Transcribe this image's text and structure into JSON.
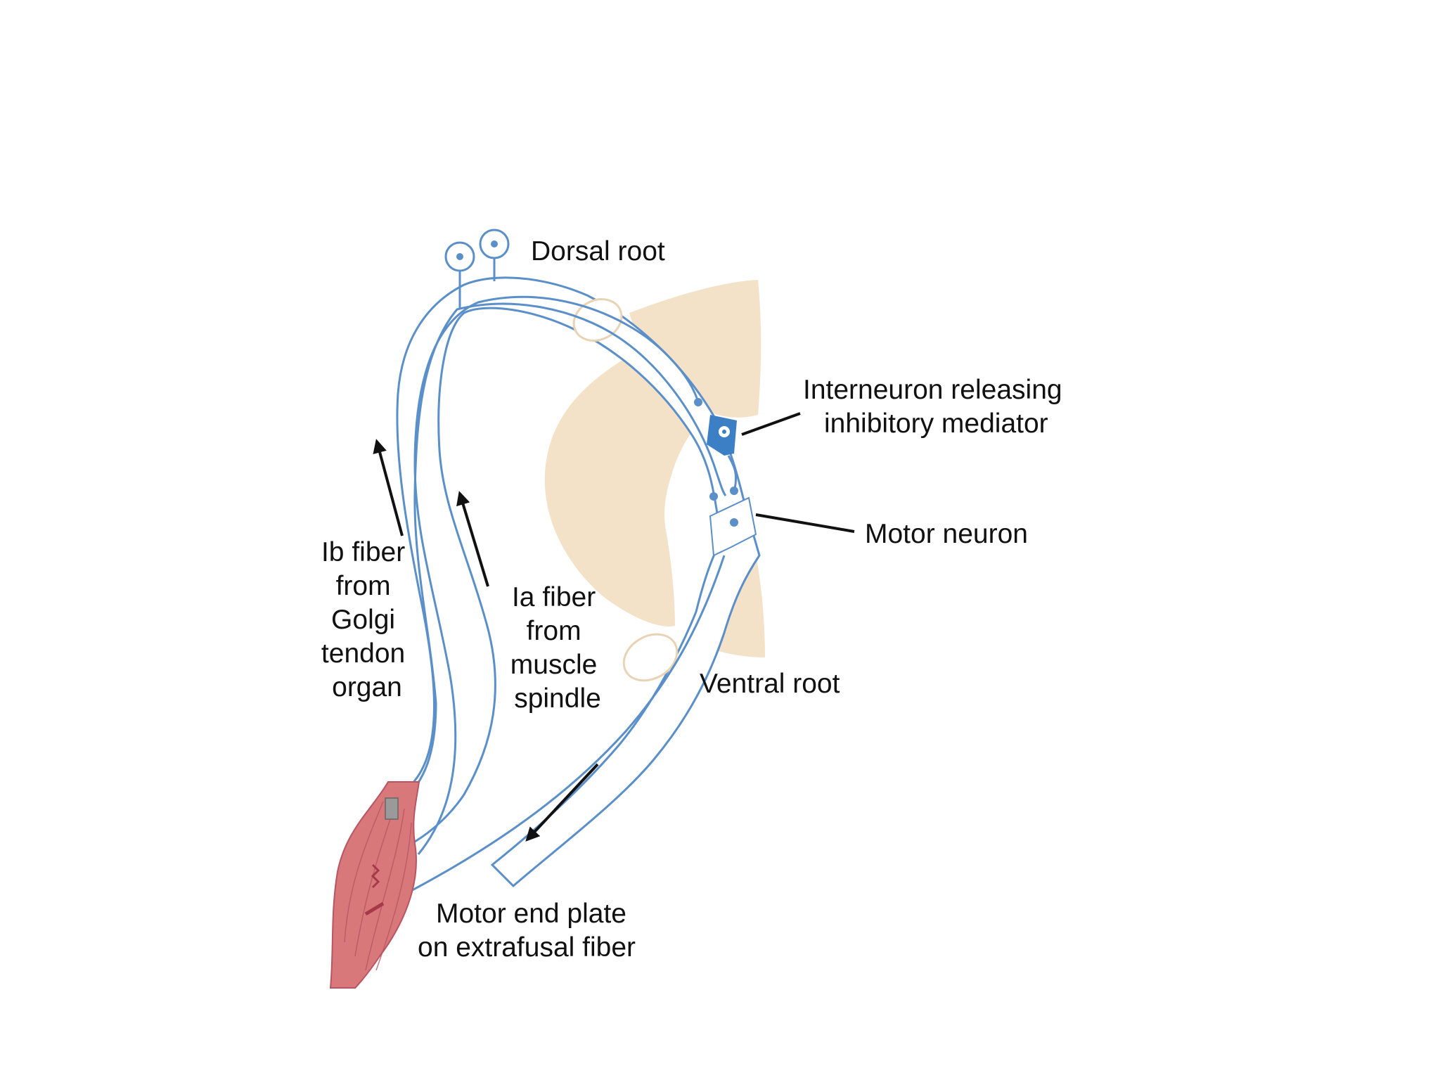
{
  "labels": {
    "dorsal_root": "Dorsal root",
    "interneuron_line1": "Interneuron releasing",
    "interneuron_line2": "inhibitory mediator",
    "motor_neuron": "Motor neuron",
    "ib_fiber_lines": [
      "Ib fiber",
      "from",
      "Golgi",
      "tendon",
      "organ"
    ],
    "ia_fiber_lines": [
      "Ia fiber",
      "from",
      "muscle",
      "spindle"
    ],
    "ventral_root": "Ventral root",
    "motor_end_plate_line1": "Motor end plate",
    "motor_end_plate_line2": "on extrafusal fiber"
  },
  "colors": {
    "nerve_outline": "#5b8fc9",
    "nerve_fill": "#ffffff",
    "spinal_cord": "#f3e1c8",
    "interneuron": "#3c7fc4",
    "muscle": "#d9787a",
    "muscle_dark": "#a5394a",
    "arrow": "#111111",
    "text": "#111111"
  }
}
